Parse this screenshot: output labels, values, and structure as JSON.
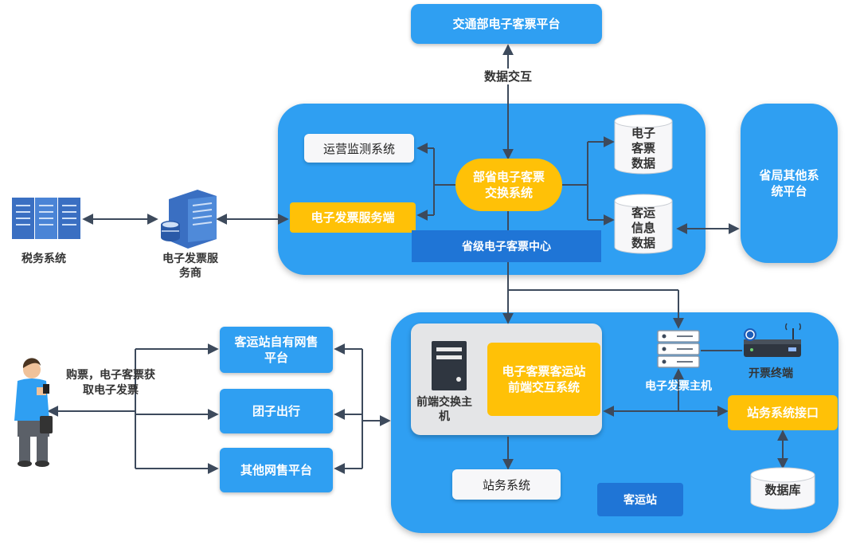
{
  "top_platform": "交通部电子客票平台",
  "data_exchange": "数据交互",
  "provincial": {
    "ops_monitor": "运营监测系统",
    "invoice_server": "电子发票服务端",
    "exchange_system": "部省电子客票交换系统",
    "ticket_data": "电子客票数据",
    "passenger_data": "客运信息数据",
    "center_label": "省级电子客票中心"
  },
  "other_platform": "省局其他系统平台",
  "tax_system": "税务系统",
  "invoice_provider": "电子发票服务商",
  "channels": {
    "station_own": "客运站自有网售平台",
    "group_travel": "团子出行",
    "other_online": "其他网售平台"
  },
  "passenger_action": "购票，电子客票获取电子发票",
  "station": {
    "frontend_host": "前端交换主机",
    "frontend_system": "电子客票客运站前端交互系统",
    "invoice_host": "电子发票主机",
    "ticket_terminal": "开票终端",
    "station_interface": "站务系统接口",
    "station_system": "站务系统",
    "database": "数据库",
    "label": "客运站"
  },
  "colors": {
    "panel_blue": "#2f9ff2",
    "accent_yellow": "#ffc107",
    "label_blue": "#1f75d6",
    "arrow": "#3d4a5c"
  }
}
